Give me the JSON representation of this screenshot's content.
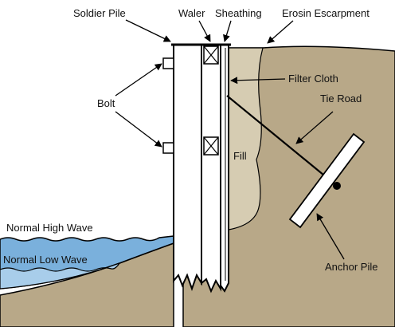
{
  "labels": {
    "soldier_pile": "Soldier Pile",
    "waler": "Waler",
    "sheathing": "Sheathing",
    "erosion_escarpment": "Erosin Escarpment",
    "filter_cloth": "Filter Cloth",
    "tie_road": "Tie Road",
    "bolt": "Bolt",
    "fill": "Fill",
    "normal_high_wave": "Normal High Wave",
    "normal_low_wave": "Normal Low Wave",
    "anchor_pile": "Anchor Pile"
  },
  "colors": {
    "ground": "#b8a888",
    "fill": "#d6ccb2",
    "water_high": "#7ab0dc",
    "water_low": "#a8cdea",
    "structure": "#ffffff",
    "outline": "#000000"
  }
}
